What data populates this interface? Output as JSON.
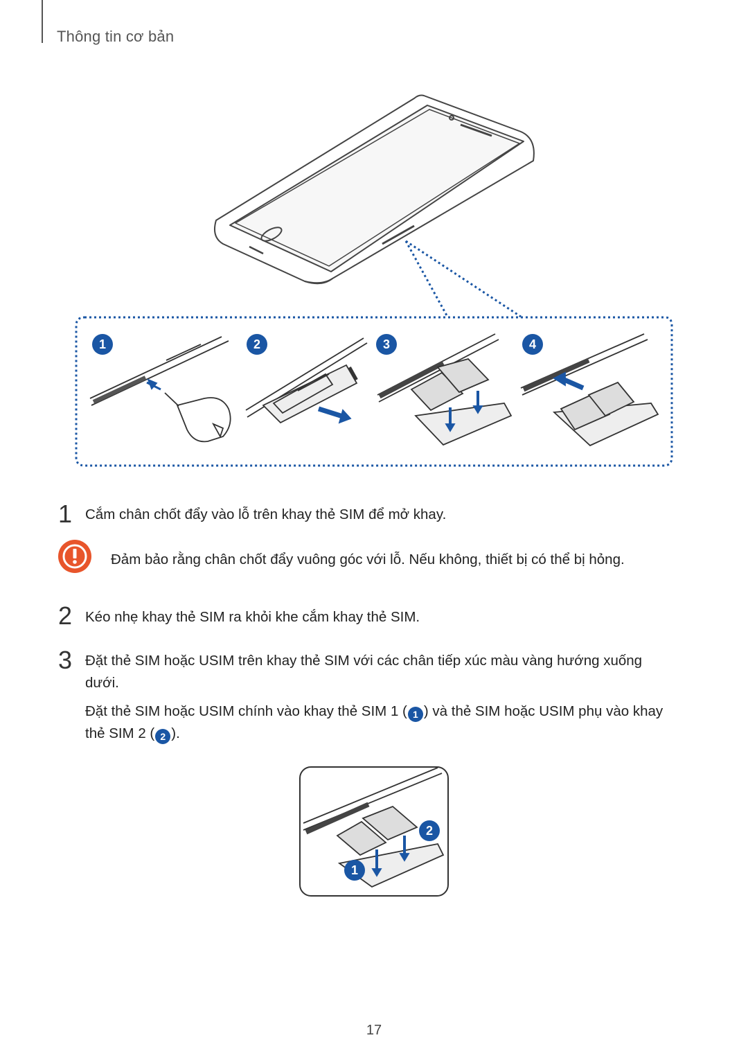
{
  "header": {
    "section_title": "Thông tin cơ bản"
  },
  "figure_panels": {
    "labels": [
      "1",
      "2",
      "3",
      "4"
    ]
  },
  "steps": [
    {
      "number": "1",
      "text": "Cắm chân chốt đẩy vào lỗ trên khay thẻ SIM để mở khay."
    },
    {
      "number": "2",
      "text": "Kéo nhẹ khay thẻ SIM ra khỏi khe cắm khay thẻ SIM."
    },
    {
      "number": "3",
      "text_line1": "Đặt thẻ SIM hoặc USIM trên khay thẻ SIM với các chân tiếp xúc màu vàng hướng xuống",
      "text_line2": "dưới."
    }
  ],
  "caution": {
    "icon": "caution-icon",
    "text": "Đảm bảo rằng chân chốt đẩy vuông góc với lỗ. Nếu không, thiết bị có thể bị hỏng."
  },
  "step3_note": {
    "part1": "Đặt thẻ SIM hoặc USIM chính vào khay thẻ SIM 1 (",
    "badge1": "1",
    "part2": ") và thẻ SIM hoặc USIM phụ vào khay",
    "part3": "thẻ SIM 2 (",
    "badge2": "2",
    "part4": ")."
  },
  "tray_figure": {
    "labels": [
      "1",
      "2"
    ]
  },
  "page_number": "17",
  "colors": {
    "accent_blue": "#1a56a4",
    "caution_orange": "#e8552b",
    "dotted_blue": "#1a56a4"
  }
}
